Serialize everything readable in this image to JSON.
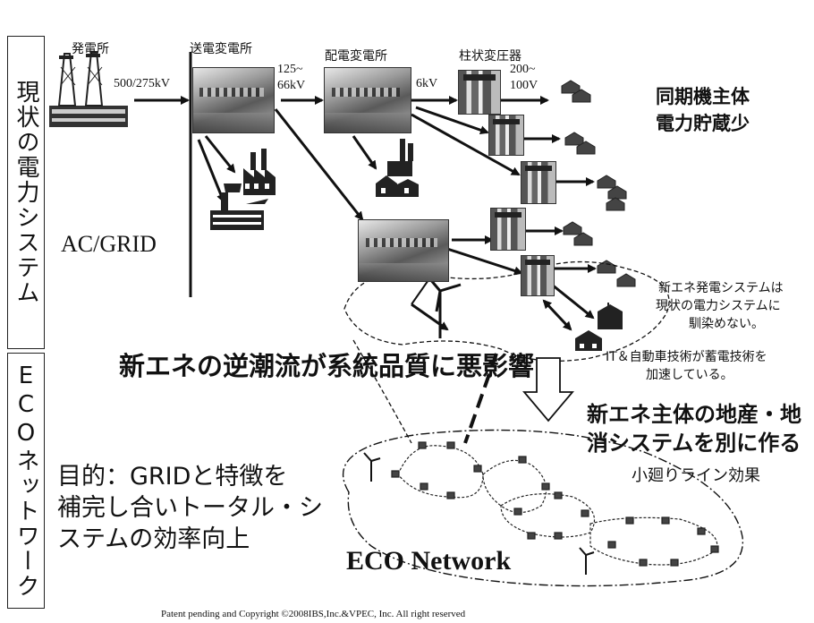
{
  "labels": {
    "plant": "発電所",
    "transmission": "送電変電所",
    "distribution": "配電変電所",
    "pole": "柱状変圧器",
    "v1": "500/275kV",
    "v2a": "125~",
    "v2b": "66kV",
    "v3": "6kV",
    "v4a": "200~",
    "v4b": "100V"
  },
  "side": {
    "top": "現状の電力システム",
    "bottom": "ECOネットワーク"
  },
  "text": {
    "sync1": "同期機主体",
    "sync2": "電力貯蔵少",
    "acgrid": "AC/GRID",
    "new1": "新エネ発電システムは",
    "new2": "現状の電力システムに",
    "new3": "馴染めない。",
    "reverse": "新エネの逆潮流が系統品質に悪影響",
    "it1": "IT＆自動車技術が蓄電技術を",
    "it2": "加速している。",
    "local1": "新エネ主体の地産・地",
    "local2": "消システムを別に作る",
    "small": "小廻りライン効果",
    "goal1": "目的：GRIDと特徴を",
    "goal2": "補完し合いトータル・シ",
    "goal3": "ステムの効率向上",
    "eco": "ECO Network",
    "copyright": "Patent pending and Copyright ©2008IBS,Inc.&VPEC, Inc. All right reserved"
  }
}
